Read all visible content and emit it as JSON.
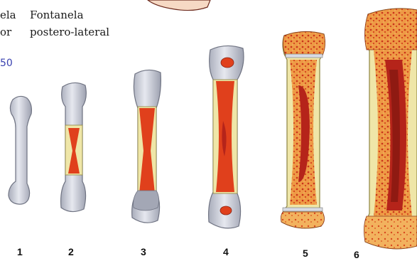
{
  "labels": {
    "left_line1": "ela",
    "left_line2": "or",
    "right_line1": "Fontanela",
    "right_line2": "postero-lateral",
    "fragment": "50"
  },
  "stages": [
    {
      "number": "1",
      "icon": "cartilage-bone-model-icon"
    },
    {
      "number": "2",
      "icon": "primary-ossification-icon"
    },
    {
      "number": "3",
      "icon": "diaphysis-ossification-icon"
    },
    {
      "number": "4",
      "icon": "secondary-ossification-centers-icon"
    },
    {
      "number": "5",
      "icon": "growth-plate-bone-icon"
    },
    {
      "number": "6",
      "icon": "mature-long-bone-icon"
    }
  ],
  "colors": {
    "cartilage": "#c9ccd6",
    "bone_red": "#e0401c",
    "marrow": "#b5241a",
    "periosteum": "#efe6a8",
    "spongy": "#e98a3a"
  }
}
